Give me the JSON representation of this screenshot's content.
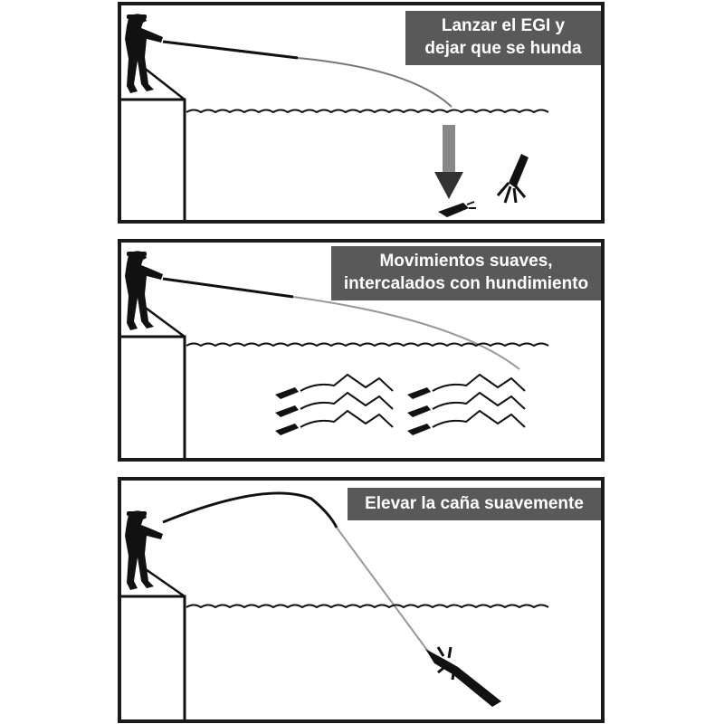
{
  "panels": [
    {
      "caption_lines": [
        "Lanzar el EGI y",
        "dejar que se hunda"
      ]
    },
    {
      "caption_lines": [
        "Movimientos suaves,",
        "intercalados con hundimiento"
      ]
    },
    {
      "caption_lines": [
        "Elevar la caña suavemente"
      ]
    }
  ],
  "colors": {
    "border": "#1a1a1a",
    "caption_bg": "#595959",
    "caption_text": "#ffffff",
    "ink": "#111111",
    "line": "#9a9a9a"
  }
}
